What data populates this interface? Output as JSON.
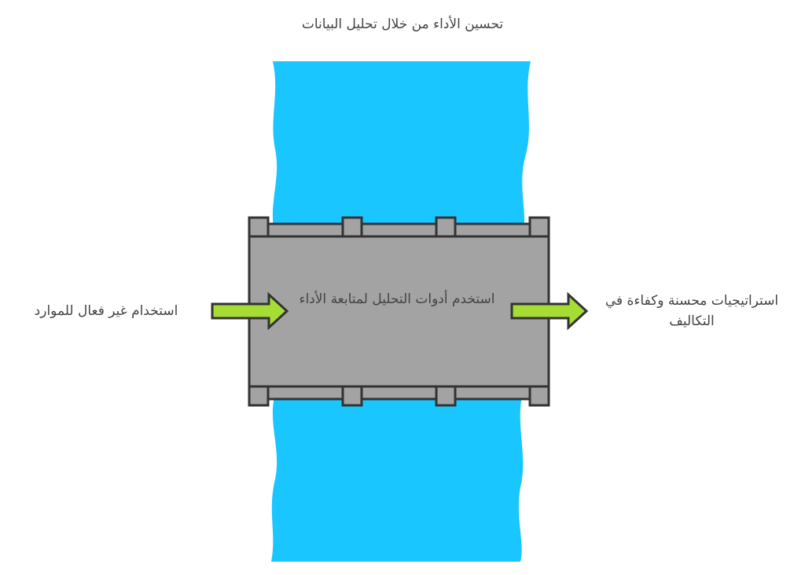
{
  "title": "تحسين الأداء من خلال تحليل البيانات",
  "input_label": "استخدام غير فعال للموارد",
  "process_label": "استخدم أدوات التحليل لمتابعة الأداء",
  "output_label": "استراتيجيات محسنة وكفاءة في التكاليف",
  "colors": {
    "river": "#1AC6FF",
    "bridge": "#A3A3A3",
    "arrow": "#A6DD34",
    "outline": "#333333"
  }
}
